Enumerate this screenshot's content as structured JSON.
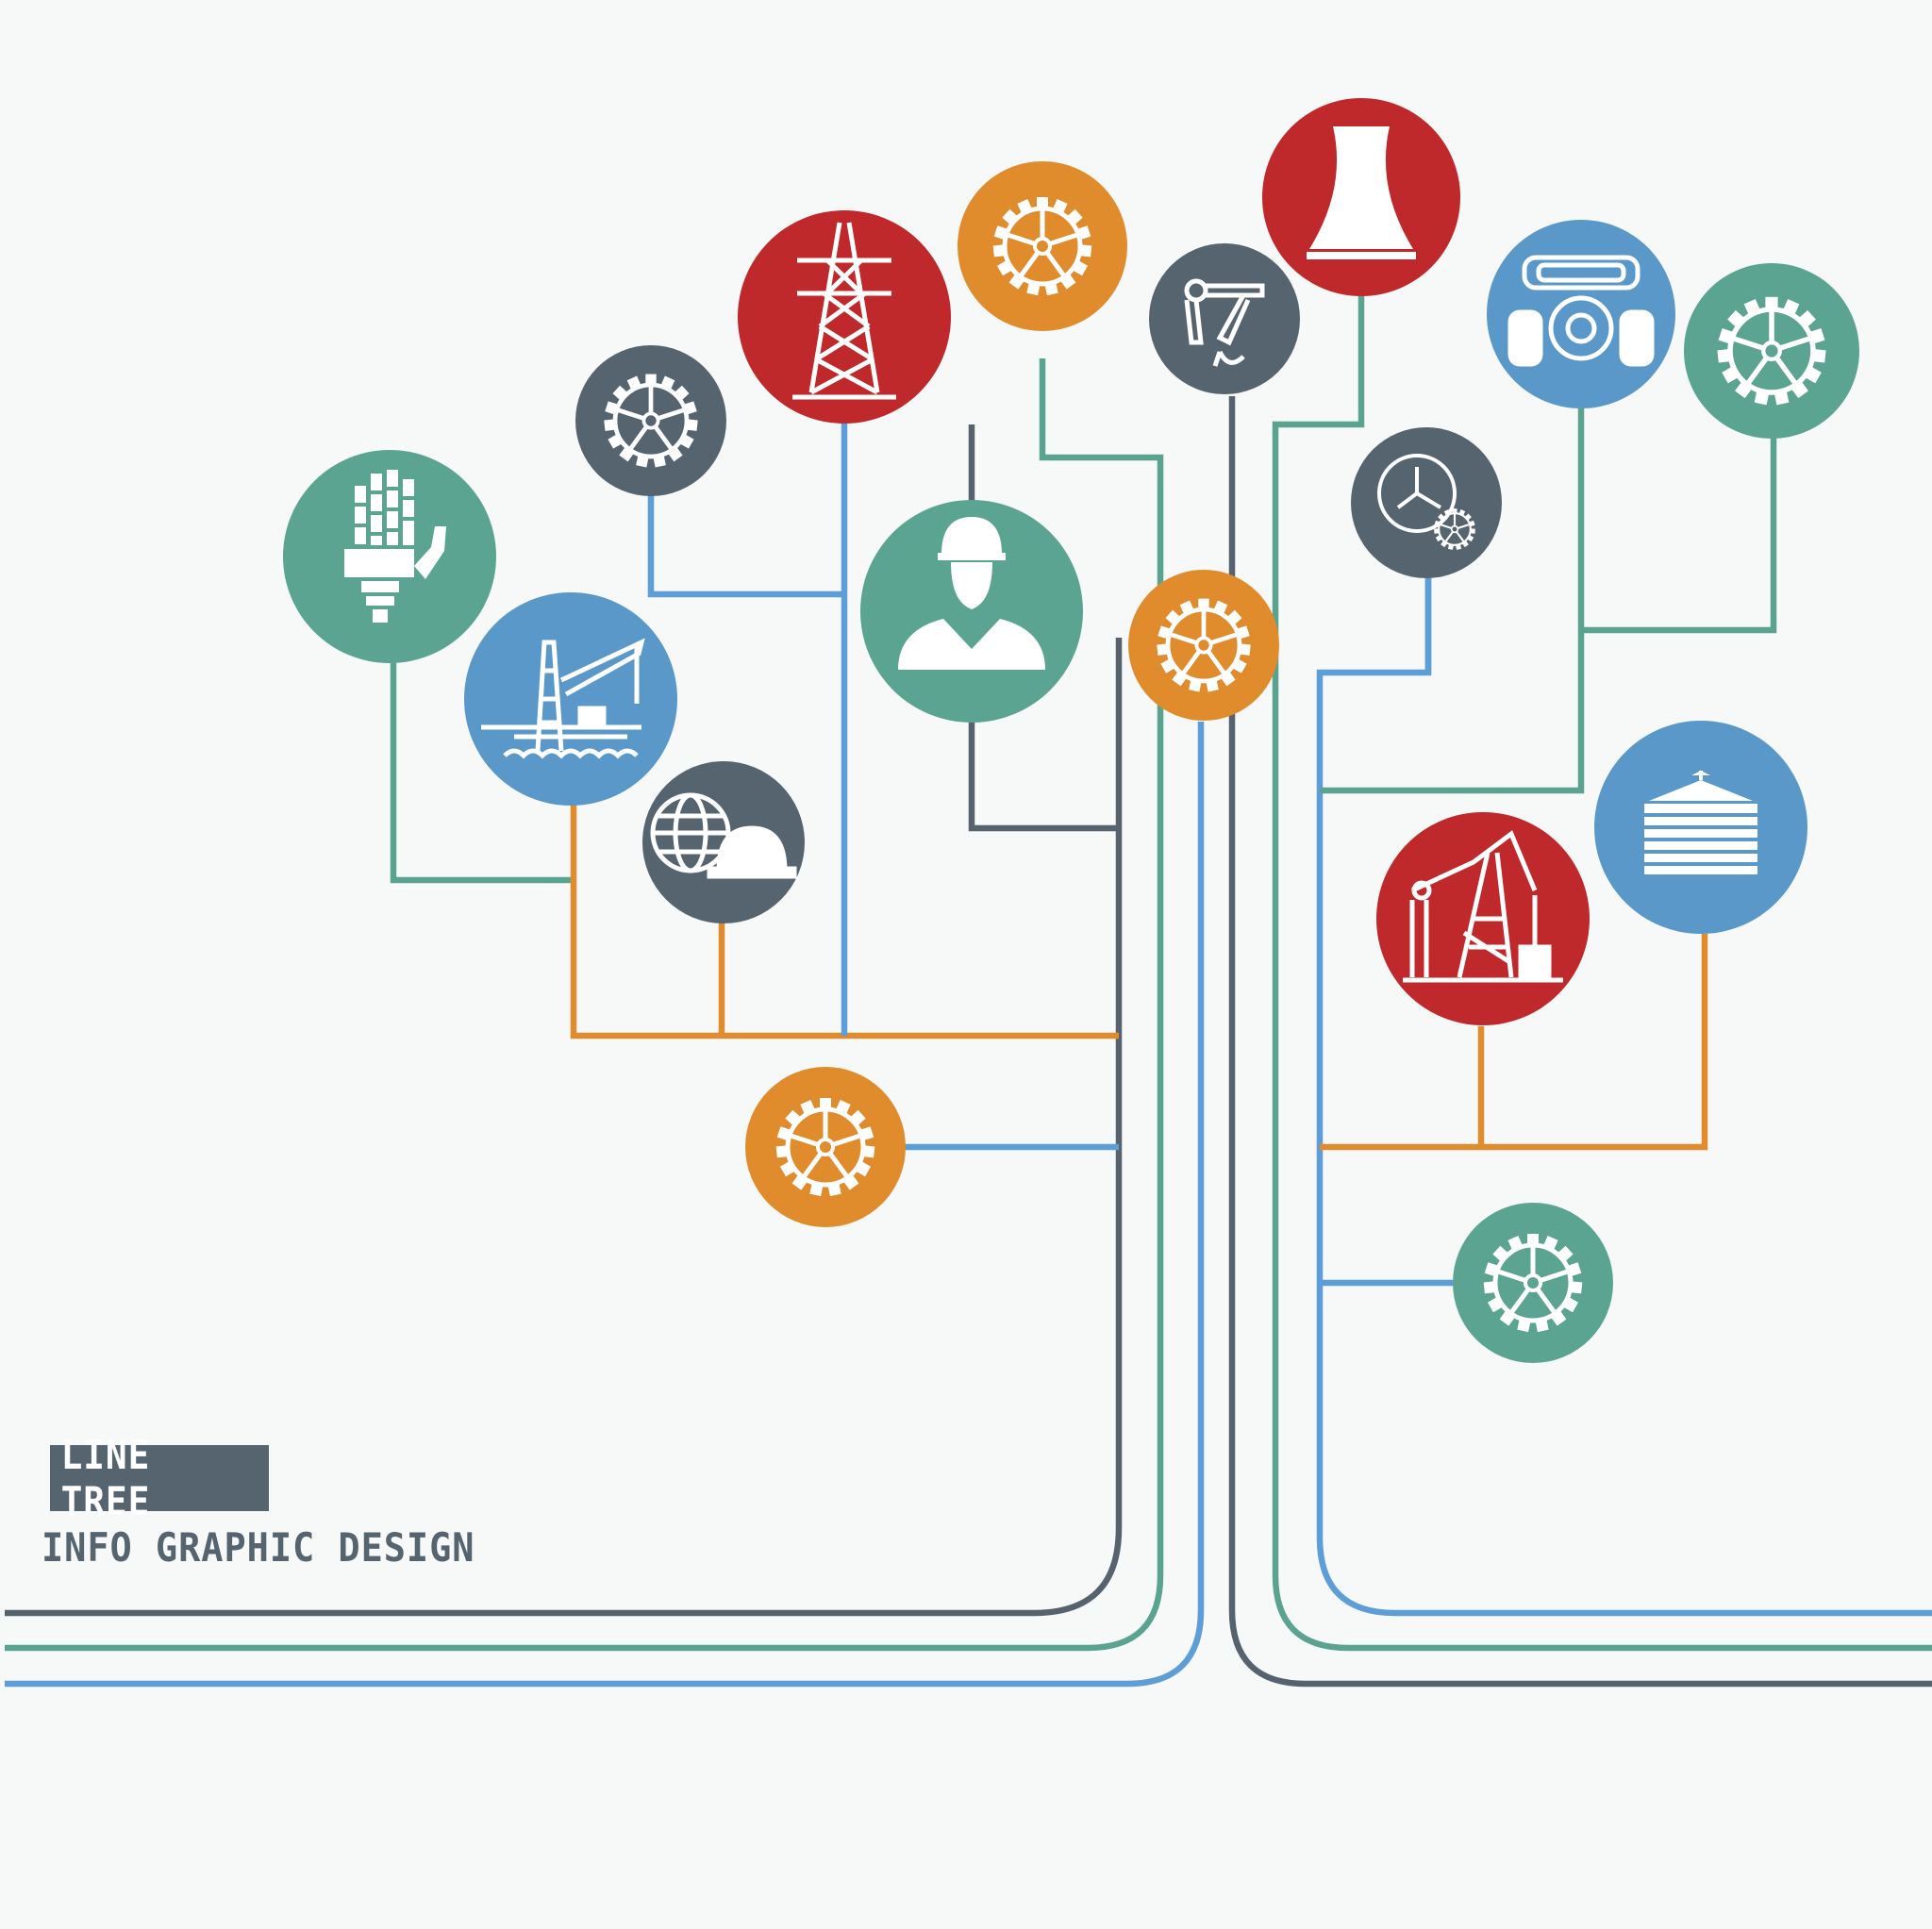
{
  "title": "LINE TREE",
  "subtitle": "INFO GRAPHIC DESIGN",
  "colors": {
    "background": "#f7f9f9",
    "red": "#c0292b",
    "orange": "#e08c2d",
    "teal": "#5ba491",
    "blue": "#5a98ca",
    "slate": "#566470",
    "line_blue": "#5d9ed8",
    "line_teal": "#5aa391",
    "line_slate": "#56626e",
    "line_orange": "#e08c2d"
  },
  "nodes": [
    {
      "id": "robot-hand",
      "color": "teal",
      "icon": "robot-hand-icon"
    },
    {
      "id": "offshore-rig",
      "color": "blue",
      "icon": "offshore-rig-icon"
    },
    {
      "id": "globe-helmet",
      "color": "slate",
      "icon": "globe-helmet-icon"
    },
    {
      "id": "gear-slate-left",
      "color": "slate",
      "icon": "gear-icon"
    },
    {
      "id": "power-tower",
      "color": "red",
      "icon": "power-tower-icon"
    },
    {
      "id": "gear-orange-top",
      "color": "orange",
      "icon": "gear-icon"
    },
    {
      "id": "worker",
      "color": "teal",
      "icon": "worker-icon"
    },
    {
      "id": "gear-orange-low",
      "color": "orange",
      "icon": "gear-icon"
    },
    {
      "id": "robot-arm",
      "color": "slate",
      "icon": "robot-arm-icon"
    },
    {
      "id": "gear-orange-center",
      "color": "orange",
      "icon": "gear-icon"
    },
    {
      "id": "cooling-tower",
      "color": "red",
      "icon": "cooling-tower-icon"
    },
    {
      "id": "gas-mask",
      "color": "blue",
      "icon": "gas-mask-icon"
    },
    {
      "id": "gear-teal-right",
      "color": "teal",
      "icon": "gear-icon"
    },
    {
      "id": "clock-gear",
      "color": "slate",
      "icon": "clock-gear-icon"
    },
    {
      "id": "container",
      "color": "blue",
      "icon": "container-icon"
    },
    {
      "id": "oil-pump",
      "color": "red",
      "icon": "oil-pump-icon"
    },
    {
      "id": "gear-teal-low",
      "color": "teal",
      "icon": "gear-icon"
    }
  ]
}
